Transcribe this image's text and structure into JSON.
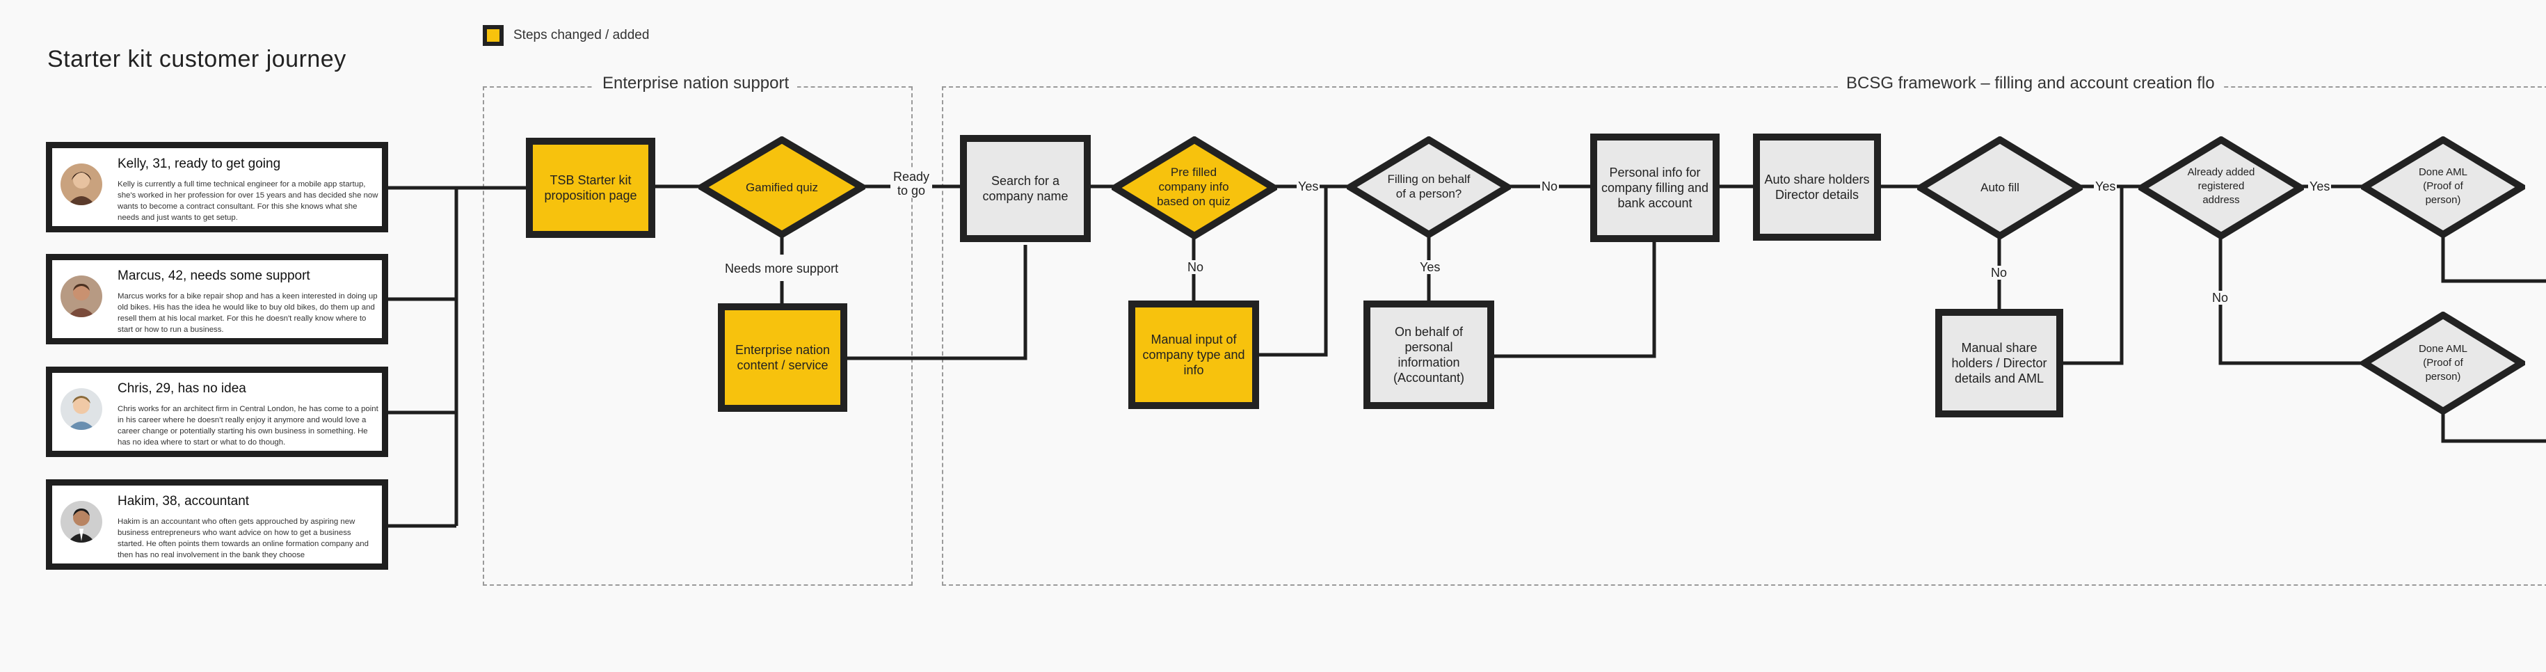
{
  "page": {
    "title": "Starter kit customer journey"
  },
  "legend": {
    "label": "Steps changed / added",
    "color": "#f7c20d"
  },
  "regions": {
    "enterprise": "Enterprise nation support",
    "bcsg": "BCSG framework – filling and account creation flo"
  },
  "personas": [
    {
      "name": "Kelly, 31, ready to get going",
      "desc": "Kelly is currently a full time technical engineer for a mobile app startup, she's worked in her profession for over 15 years and has decided she now wants to become a contract consultant. For this she knows what she needs and just wants to get setup."
    },
    {
      "name": "Marcus, 42, needs some support",
      "desc": "Marcus works for a bike repair shop and has a keen interested in doing up old bikes. His has the idea he would like to buy old bikes, do them up and resell them at his local market. For this he doesn't really know where to start or how to run a business."
    },
    {
      "name": "Chris, 29, has no idea",
      "desc": "Chris works for an architect firm in Central London, he has come to a point in his career where he doesn't really enjoy it anymore and would love a career change or potentially starting his own business in something. He has no idea where to start or what to do though."
    },
    {
      "name": "Hakim, 38, accountant",
      "desc": "Hakim is an accountant who often gets approuched by aspiring new business entrepreneurs who want advice on how to get a business started. He often points them towards an online formation company and then has no real involvement in the bank they choose"
    }
  ],
  "nodes": {
    "tsb": "TSB Starter kit proposition page",
    "quiz": "Gamified quiz",
    "en_content": "Enterprise nation content / service",
    "search": "Search for a company name",
    "prefilled": "Pre filled company info based on quiz",
    "manual_input": "Manual input of company type and info",
    "filling_behalf": "Filling on behalf of a person?",
    "on_behalf": "On behalf of personal information (Accountant)",
    "personal_info": "Personal info for company filling and bank account",
    "auto_share": "Auto share holders Director details",
    "auto_fill": "Auto fill",
    "manual_share": "Manual share holders / Director details and AML",
    "already_added": "Already added registered address",
    "done_aml_1": "Done AML (Proof of person)",
    "done_aml_2": "Done AML (Proof of person)"
  },
  "edge_labels": {
    "ready": "Ready to go",
    "needs_support": "Needs more support",
    "no_1": "No",
    "yes_1": "Yes",
    "yes_2": "Yes",
    "no_2": "No",
    "no_3": "No",
    "yes_3": "Yes",
    "yes_4": "Yes",
    "no_4": "No"
  }
}
